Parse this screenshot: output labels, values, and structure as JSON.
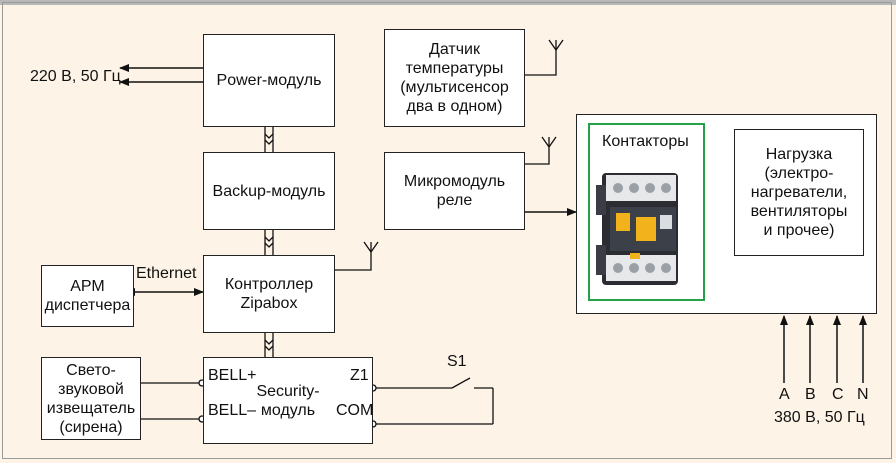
{
  "colors": {
    "background": "#fdf3e7",
    "contactor_border": "#27a04a"
  },
  "icons": [
    "antenna-icon",
    "contactor-image",
    "bus-connector-icon"
  ],
  "labels": {
    "supply_220": "220 В, 50 Гц",
    "power_module": "Power-модуль",
    "backup_module": "Backup-модуль",
    "controller": "Контроллер\nZipabox",
    "security_module": "Security-\nмодуль",
    "bell_plus": "BELL+",
    "bell_minus": "BELL–",
    "z1": "Z1",
    "com": "COM",
    "s1": "S1",
    "temp_sensor": "Датчик\nтемпературы\n(мультисенсор\nдва в одном)",
    "relay_micromodule": "Микромодуль\nреле",
    "contactors": "Контакторы",
    "load": "Нагрузка\n(электро-\nнагреватели,\nвентиляторы\nи прочее)",
    "arm": "АРМ\nдиспетчера",
    "ethernet": "Ethernet",
    "siren": "Свето-\nзвуковой\nизвещатель\n(сирена)",
    "phase_a": "A",
    "phase_b": "B",
    "phase_c": "C",
    "phase_n": "N",
    "supply_380": "380 В, 50 Гц"
  }
}
